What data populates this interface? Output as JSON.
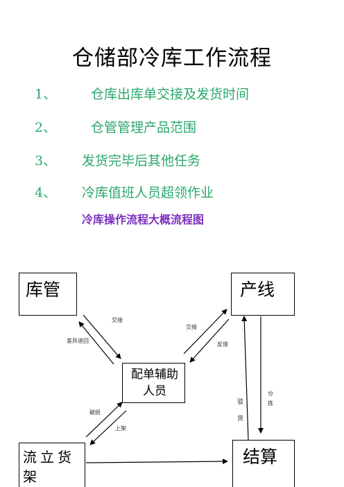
{
  "title": "仓储部冷库工作流程",
  "list": [
    {
      "num": "1、",
      "text": "仓库出库单交接及发货时间"
    },
    {
      "num": "2、",
      "text": "仓管管理产品范围"
    },
    {
      "num": "3、",
      "text": "发货完毕后其他任务"
    },
    {
      "num": "4、",
      "text": "冷库值班人员超领作业"
    }
  ],
  "subtitle": "冷库操作流程大概流程图",
  "diagram": {
    "nodes": {
      "kuguan": "库管",
      "chanxian": "产线",
      "peidan": "配单辅助人员",
      "liulihuojia": "流立货架",
      "jiesuan": "结算"
    },
    "edge_labels": {
      "jiaojie_left": "交接",
      "chayi_tuihui": "差异退回",
      "jiaojie_right": "交接",
      "fankui": "反馈",
      "posun": "破损",
      "shangjia": "上架",
      "bohuo": "驳货",
      "fenjian": "分拣"
    }
  }
}
